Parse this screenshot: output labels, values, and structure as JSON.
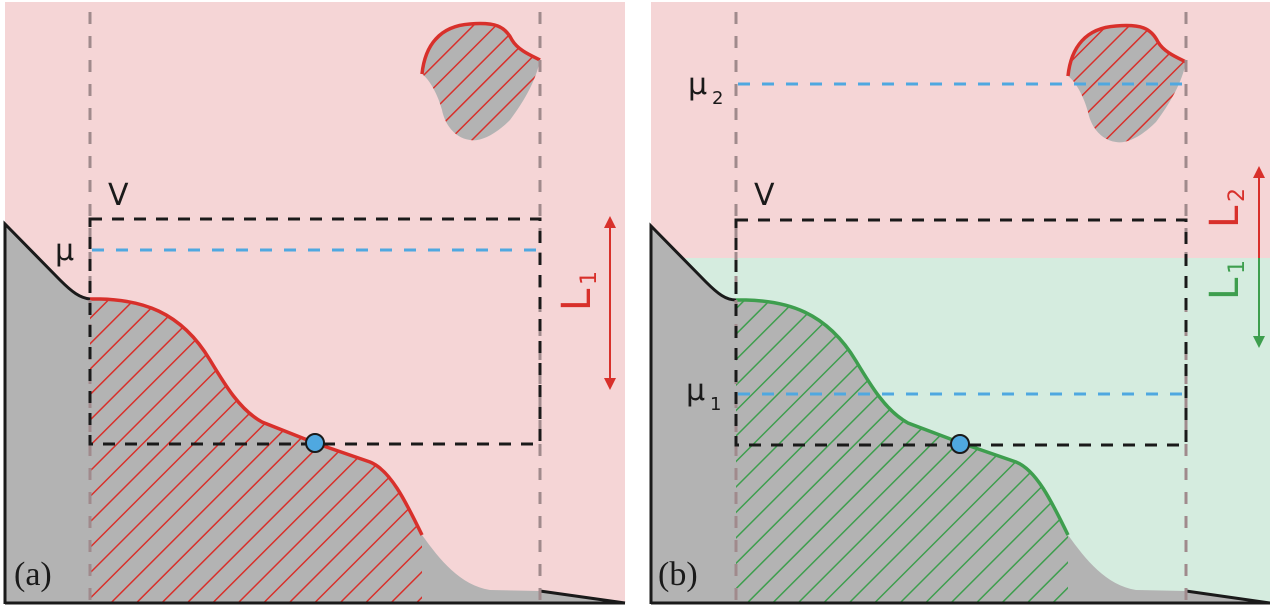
{
  "figure": {
    "panel_a": {
      "label": "(a)",
      "v_label": "V",
      "mu_label": "μ",
      "range_label": "L",
      "range_sub": "1",
      "colors": {
        "background": "#f5d5d6",
        "curve": "#d8302b",
        "hatch": "#d8302b"
      }
    },
    "panel_b": {
      "label": "(b)",
      "v_label": "V",
      "mu2_label": "μ",
      "mu2_sub": "2",
      "mu1_label": "μ",
      "mu1_sub": "1",
      "range2_label": "L",
      "range2_sub": "2",
      "range1_label": "L",
      "range1_sub": "1",
      "colors": {
        "background_top": "#f5d5d6",
        "background_bottom": "#d5ecdf",
        "curve": "#3e9e4e",
        "hatch": "#3e9e4e",
        "arrow_top": "#d8302b",
        "arrow_bottom": "#3e9e4e"
      }
    },
    "colors": {
      "terrain": "#b3b3b3",
      "outline": "#1a1a1a",
      "mu_line": "#4fa8e0",
      "dot": "#4fa8e0",
      "vertical_dash": "#a08a8c"
    }
  }
}
